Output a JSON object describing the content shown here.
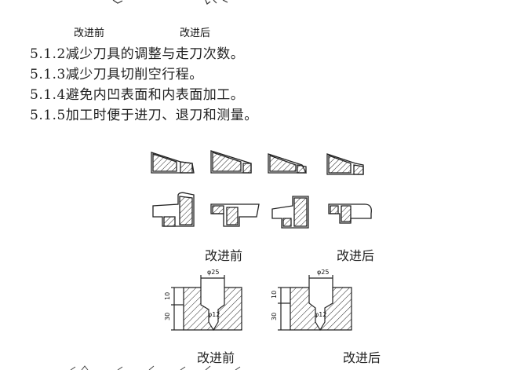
{
  "top_labels": {
    "before": "改进前",
    "after": "改进后"
  },
  "lines": [
    "5.1.2减少刀具的调整与走刀次数。",
    "5.1.3减少刀具切削空行程。",
    "5.1.4避免内凹表面和内表面加工。",
    "5.1.5加工时便于进刀、退刀和测量。"
  ],
  "figure1": {
    "caption_before": "改进前",
    "caption_after": "改进后"
  },
  "figure2": {
    "caption_before": "改进前",
    "caption_after": "改进后",
    "left": {
      "dia_top": "φ25",
      "dia_bottom": "φ12",
      "dim_a": "10",
      "dim_b": "30"
    },
    "right": {
      "dia_top": "φ25",
      "dia_bottom": "φ12",
      "dim_a": "10",
      "dim_b": "30"
    }
  },
  "colors": {
    "ink": "#222222",
    "paper": "#ffffff"
  }
}
